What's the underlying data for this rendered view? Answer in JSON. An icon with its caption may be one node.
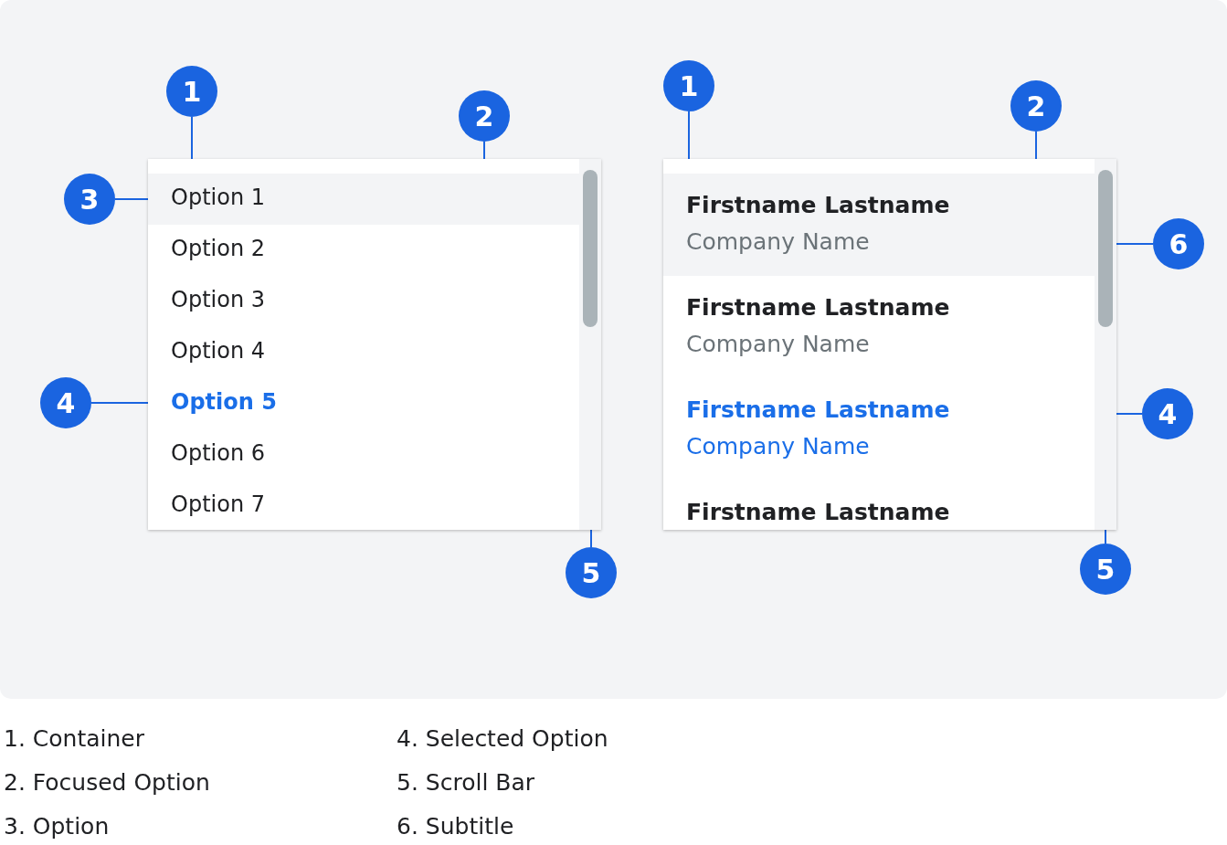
{
  "diagram": {
    "nodes": [
      {
        "text": [],
        "shape": "box"
      },
      {
        "text": [
          "Option 1"
        ],
        "in": 0
      },
      {
        "text": [
          "Option 2"
        ],
        "in": 0
      },
      {
        "text": [
          "Option 3"
        ],
        "in": 0
      },
      {
        "text": [
          "Option 4"
        ],
        "in": 0
      },
      {
        "text": [
          "Option 5"
        ],
        "in": 0
      },
      {
        "text": [
          "Option 6"
        ],
        "in": 0
      },
      {
        "text": [
          "Option 7"
        ],
        "in": 0
      },
      {
        "text": [],
        "shape": "bar",
        "in": 0
      },
      {
        "text": [],
        "shape": "box"
      },
      {
        "text": [
          "Firstname Lastname",
          "Company Name"
        ],
        "in": 9
      },
      {
        "text": [
          "Firstname Lastname",
          "Company Name"
        ],
        "in": 9
      },
      {
        "text": [
          "Firstname Lastname",
          "Company Name"
        ],
        "in": 9
      },
      {
        "text": [
          "Firstname Lastname"
        ],
        "in": 9
      },
      {
        "text": [],
        "shape": "bar",
        "in": 9
      },
      {
        "text": [
          "1"
        ]
      },
      {
        "text": [
          "2"
        ]
      },
      {
        "text": [
          "3"
        ]
      },
      {
        "text": [
          "4"
        ]
      },
      {
        "text": [
          "5"
        ]
      },
      {
        "text": [
          "1"
        ]
      },
      {
        "text": [
          "2"
        ]
      },
      {
        "text": [
          "6"
        ]
      },
      {
        "text": [
          "4"
        ]
      },
      {
        "text": [
          "5"
        ]
      }
    ],
    "edges": [
      {
        "from": 15,
        "to": 0,
        "arrow": "none"
      },
      {
        "from": 16,
        "to": 1,
        "arrow": "none"
      },
      {
        "from": 17,
        "to": 1,
        "arrow": "none"
      },
      {
        "from": 18,
        "to": 5,
        "arrow": "none"
      },
      {
        "from": 19,
        "to": 8,
        "arrow": "none"
      },
      {
        "from": 20,
        "to": 9,
        "arrow": "none"
      },
      {
        "from": 21,
        "to": 10,
        "arrow": "none"
      },
      {
        "from": 22,
        "to": 10,
        "arrow": "none"
      },
      {
        "from": 23,
        "to": 12,
        "arrow": "none"
      },
      {
        "from": 24,
        "to": 14,
        "arrow": "none"
      }
    ],
    "labels": [
      "1. Container",
      "4. Selected Option",
      "2. Focused Option",
      "5. Scroll Bar",
      "3. Option",
      "6. Subtitle"
    ]
  }
}
